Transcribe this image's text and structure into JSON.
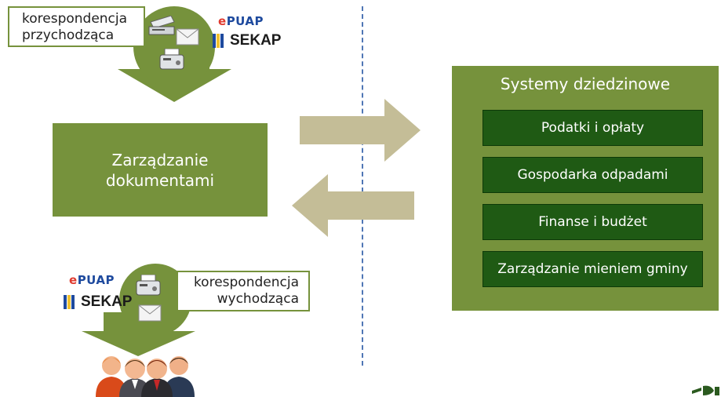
{
  "incoming": {
    "label_line1": "korespondencja",
    "label_line2": "przychodząca"
  },
  "outgoing": {
    "label_line1": "korespondencja",
    "label_line2": "wychodząca"
  },
  "doc_management": {
    "line1": "Zarządzanie",
    "line2": "dokumentami"
  },
  "systems": {
    "title": "Systemy dziedzinowe",
    "items": [
      {
        "label": "Podatki i opłaty"
      },
      {
        "label": "Gospodarka odpadami"
      },
      {
        "label": "Finanse i budżet"
      },
      {
        "label": "Zarządzanie mieniem gminy"
      }
    ]
  },
  "logos": {
    "epuap_e": "e",
    "epuap_rest": "PUAP",
    "sekap": "SEKAP"
  },
  "colors": {
    "olive": "#76923c",
    "dark_green": "#1f5a14",
    "tan_arrow": "#c4bd97",
    "divider": "#4f76b5"
  },
  "icons": [
    "scanner-icon",
    "envelope-icon",
    "fax-icon",
    "people-icon",
    "flow-arrow-icon"
  ]
}
